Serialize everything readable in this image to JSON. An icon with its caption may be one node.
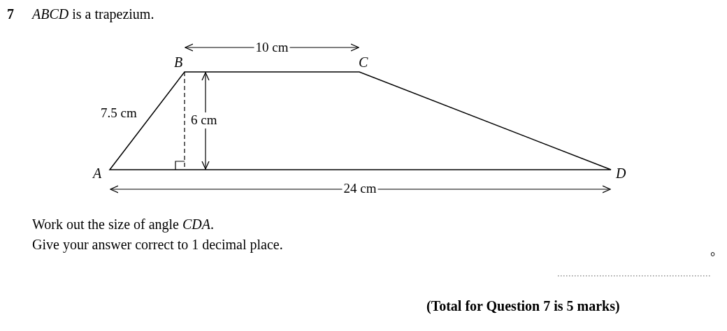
{
  "diagram": {
    "labels": [
      "7",
      "*ABCD* is a trapezium.",
      "10 cm",
      "B",
      "C",
      "7.5 cm",
      "6 cm",
      "A",
      "D",
      "24 cm",
      "Work out the size of angle *CDA*.",
      "Give your answer correct to 1 decimal place.",
      "°",
      "(Total for Question 7 is 5 marks)"
    ]
  }
}
